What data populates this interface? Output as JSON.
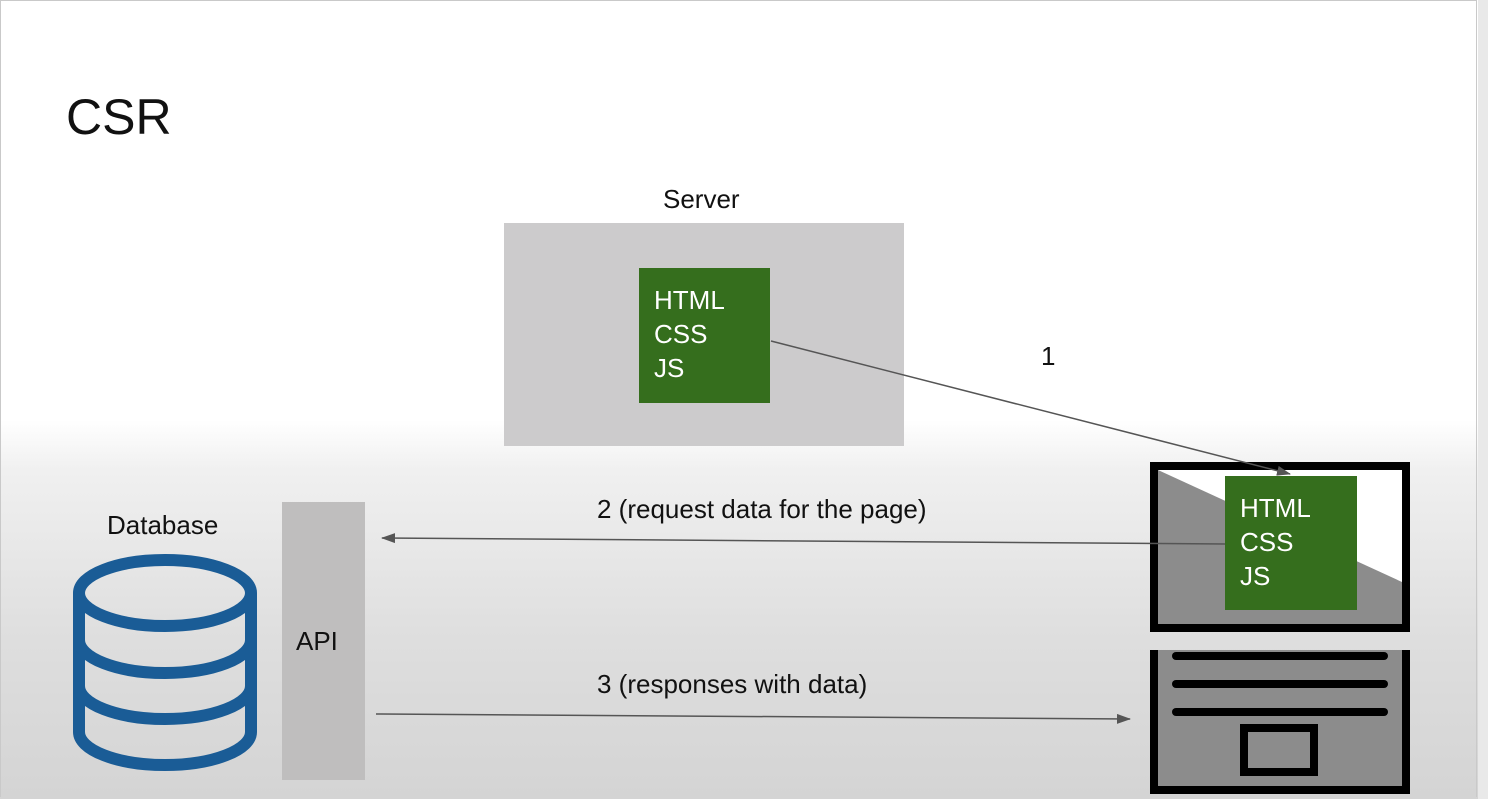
{
  "slide": {
    "title": "CSR"
  },
  "server": {
    "label": "Server",
    "files": [
      "HTML",
      "CSS",
      "JS"
    ]
  },
  "client": {
    "files": [
      "HTML",
      "CSS",
      "JS"
    ]
  },
  "database": {
    "label": "Database"
  },
  "api": {
    "label": "API"
  },
  "steps": {
    "step1": "1",
    "step2": "2 (request data for the page)",
    "step3": "3 (responses with data)"
  },
  "colors": {
    "code_box": "#356e1d",
    "server_box": "#cccbcc",
    "api_box": "#bfbebe",
    "database_icon": "#1a5c96",
    "device_icon": "#000000"
  }
}
